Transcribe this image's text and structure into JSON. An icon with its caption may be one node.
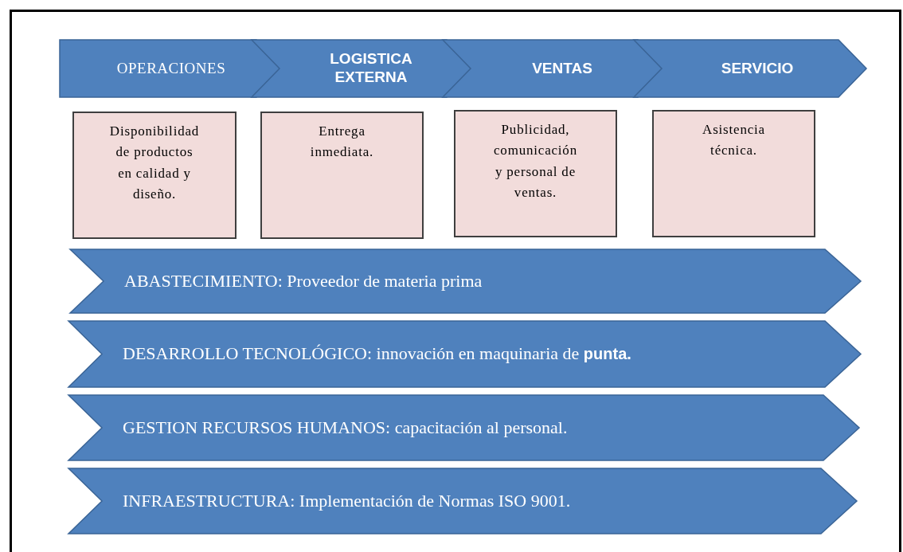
{
  "diagram": {
    "nodes": [
      {
        "text": [
          "OPERACIONES"
        ]
      },
      {
        "text": [
          "LOGISTICA EXTERNA"
        ]
      },
      {
        "text": [
          "VENTAS"
        ]
      },
      {
        "text": [
          "SERVICIO"
        ]
      },
      {
        "text": [
          "Disponibilidad de productos en calidad y diseño."
        ]
      },
      {
        "text": [
          "Entrega inmediata."
        ]
      },
      {
        "text": [
          "Publicidad, comunicación y personal de ventas."
        ]
      },
      {
        "text": [
          "Asistencia técnica."
        ]
      },
      {
        "text": [
          "ABASTECIMIENTO: Proveedor  de materia prima"
        ]
      },
      {
        "text": [
          "DESARROLLO TECNOLÓGICO: innovación en maquinaria de **punta.**"
        ]
      },
      {
        "text": [
          "GESTION RECURSOS HUMANOS: capacitación al personal."
        ]
      },
      {
        "text": [
          "INFRAESTRUCTURA: Implementación de Normas  ISO 9001."
        ]
      }
    ]
  }
}
